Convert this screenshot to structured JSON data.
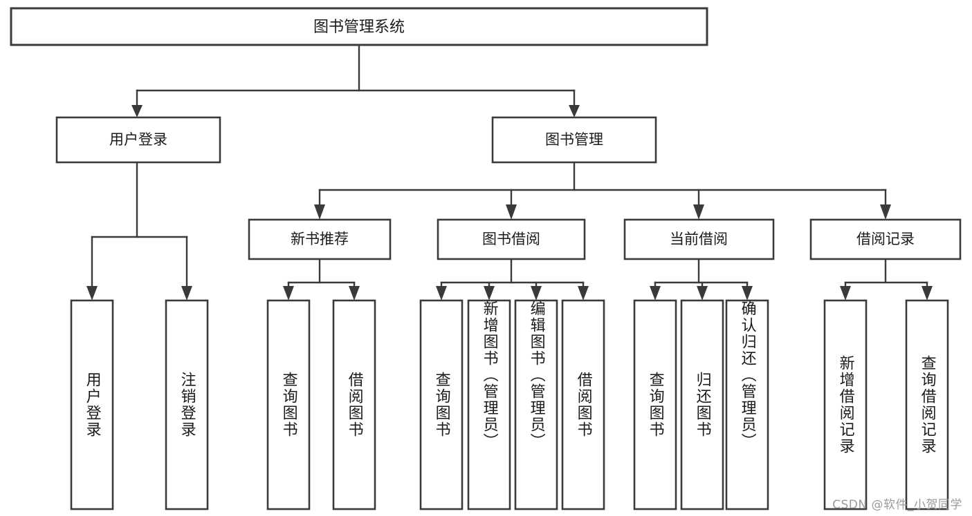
{
  "diagram": {
    "title": "图书管理系统",
    "watermark": "CSDN @软件_小贺同学",
    "root": {
      "label": "图书管理系统"
    },
    "level1": [
      {
        "label": "用户登录"
      },
      {
        "label": "图书管理"
      }
    ],
    "level2": [
      {
        "label": "新书推荐"
      },
      {
        "label": "图书借阅"
      },
      {
        "label": "当前借阅"
      },
      {
        "label": "借阅记录"
      }
    ],
    "leaves": {
      "user_login": [
        {
          "label": "用户登录"
        },
        {
          "label": "注销登录"
        }
      ],
      "new_book": [
        {
          "label": "查询图书"
        },
        {
          "label": "借阅图书"
        }
      ],
      "book_borrow": [
        {
          "label": "查询图书"
        },
        {
          "label": "新增图书（管理员）"
        },
        {
          "label": "编辑图书（管理员）"
        },
        {
          "label": "借阅图书"
        }
      ],
      "current_borrow": [
        {
          "label": "查询图书"
        },
        {
          "label": "归还图书"
        },
        {
          "label": "确认归还（管理员）"
        }
      ],
      "borrow_record": [
        {
          "label": "新增借阅记录"
        },
        {
          "label": "查询借阅记录"
        }
      ]
    },
    "colors": {
      "stroke": "#3a3a3a",
      "fill": "#ffffff",
      "text": "#1b1b1b",
      "watermark": "#9a9a9a"
    }
  }
}
